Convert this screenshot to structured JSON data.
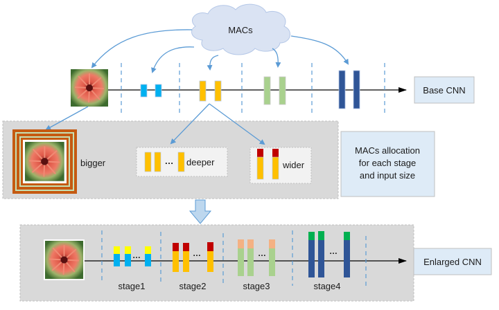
{
  "cloud": {
    "label": "MACs"
  },
  "base": {
    "label": "Base CNN"
  },
  "middle": {
    "bigger_label": "bigger",
    "deeper_label": "deeper",
    "wider_label": "wider",
    "ellipsis": "…",
    "allocation_lines": [
      "MACs allocation",
      "for each stage",
      "and input size"
    ]
  },
  "enlarged": {
    "label": "Enlarged CNN",
    "stages": [
      {
        "label": "stage1",
        "ellipsis": "…"
      },
      {
        "label": "stage2",
        "ellipsis": "…"
      },
      {
        "label": "stage3",
        "ellipsis": "…"
      },
      {
        "label": "stage4",
        "ellipsis": "…"
      }
    ]
  },
  "colors": {
    "arrow": "#5b9bd5",
    "stage1": "#00b0f0",
    "stage1_extra": "#ffff00",
    "stage2": "#ffc000",
    "stage2_extra": "#c00000",
    "stage3": "#a9d18e",
    "stage3_extra": "#f4b183",
    "stage4": "#2f5597",
    "stage4_extra": "#00b050",
    "panel": "#d9d9d9",
    "label_box": "#deebf7"
  }
}
